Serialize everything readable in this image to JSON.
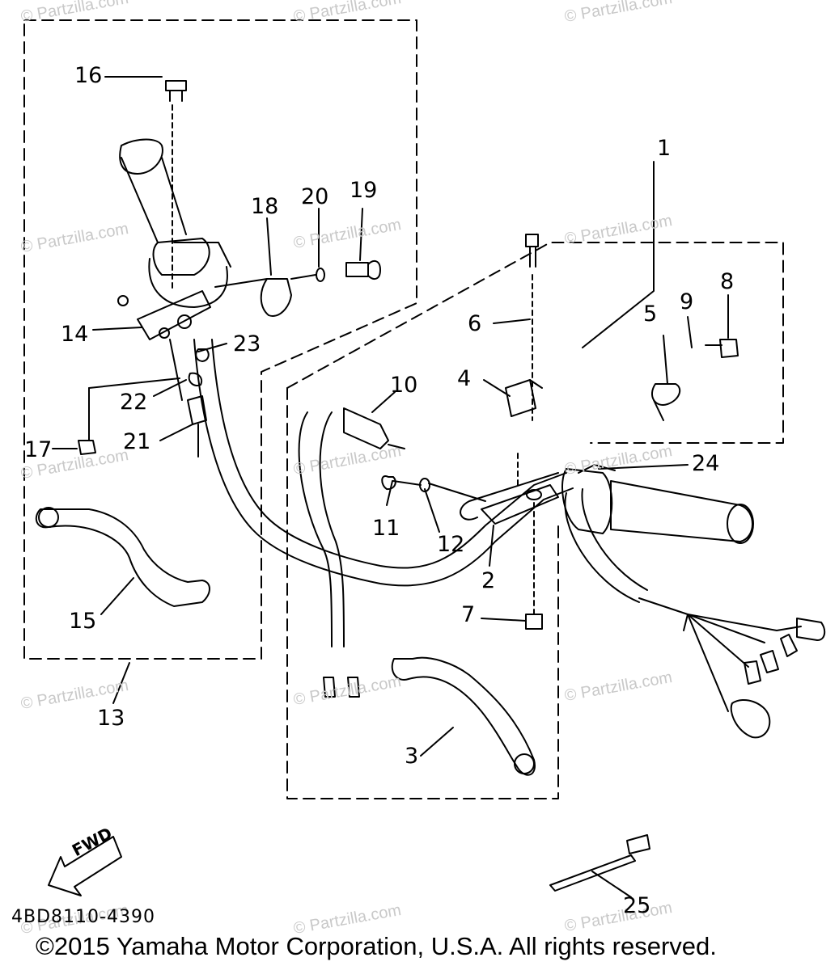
{
  "watermarks": [
    "© Partzilla.com",
    "© Partzilla.com",
    "© Partzilla.com",
    "© Partzilla.com",
    "© Partzilla.com",
    "© Partzilla.com",
    "© Partzilla.com",
    "© Partzilla.com",
    "© Partzilla.com",
    "© Partzilla.com",
    "© Partzilla.com",
    "© Partzilla.com",
    "© Partzilla.com",
    "© Partzilla.com",
    "© Partzilla.com"
  ],
  "callouts": {
    "c1": "1",
    "c2": "2",
    "c3": "3",
    "c4": "4",
    "c5": "5",
    "c6": "6",
    "c7": "7",
    "c8": "8",
    "c9": "9",
    "c10": "10",
    "c11": "11",
    "c12": "12",
    "c13": "13",
    "c14": "14",
    "c15": "15",
    "c16": "16",
    "c17": "17",
    "c18": "18",
    "c19": "19",
    "c20": "20",
    "c21": "21",
    "c22": "22",
    "c23": "23",
    "c24": "24",
    "c25": "25"
  },
  "fwd_label": "FWD",
  "part_number": "4BD8110-4390",
  "copyright": "©2015 Yamaha Motor Corporation, U.S.A. All rights reserved."
}
